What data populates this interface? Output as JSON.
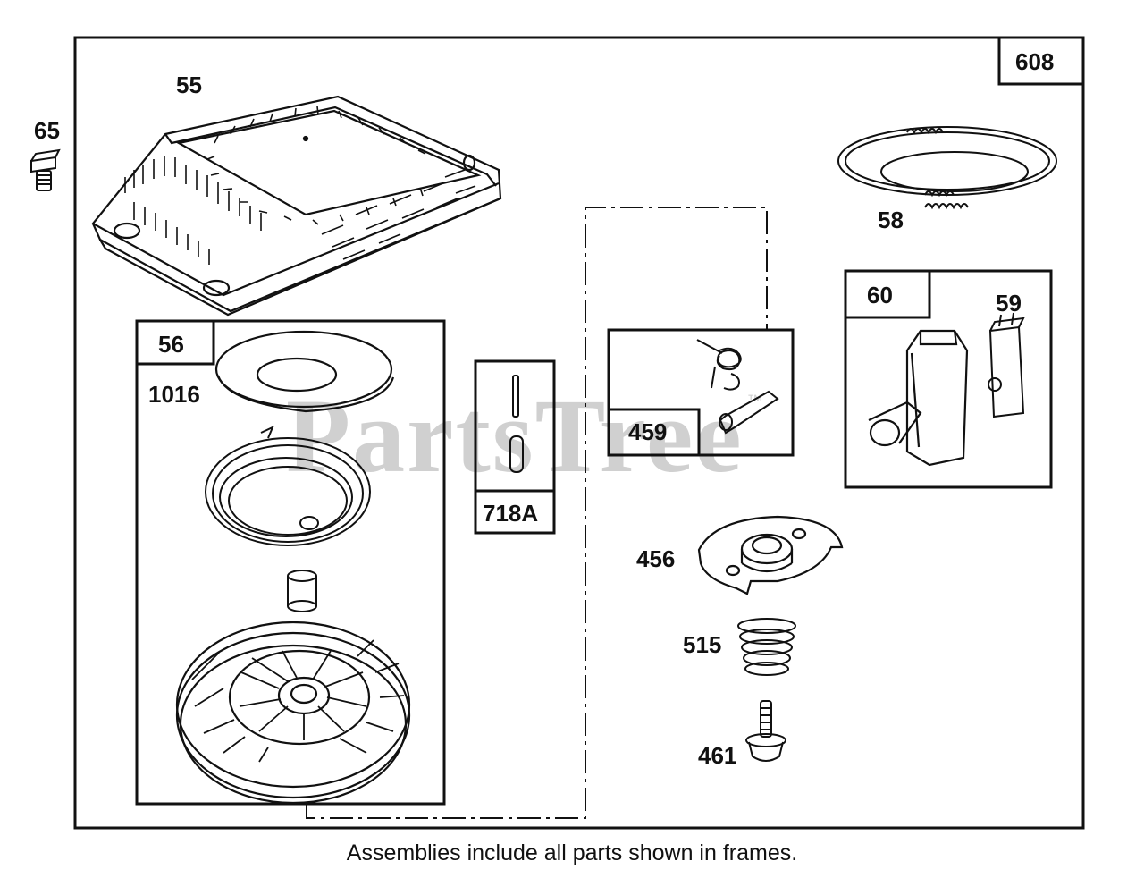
{
  "watermark": {
    "text": "PartsTree",
    "trademark": "™"
  },
  "callouts": {
    "frame_608": "608",
    "p55": "55",
    "p65": "65",
    "p58": "58",
    "frame_60": "60",
    "p59": "59",
    "frame_56": "56",
    "p1016": "1016",
    "frame_718a": "718A",
    "frame_459": "459",
    "p456": "456",
    "p515": "515",
    "p461": "461"
  },
  "caption": "Assemblies include all parts shown in frames."
}
